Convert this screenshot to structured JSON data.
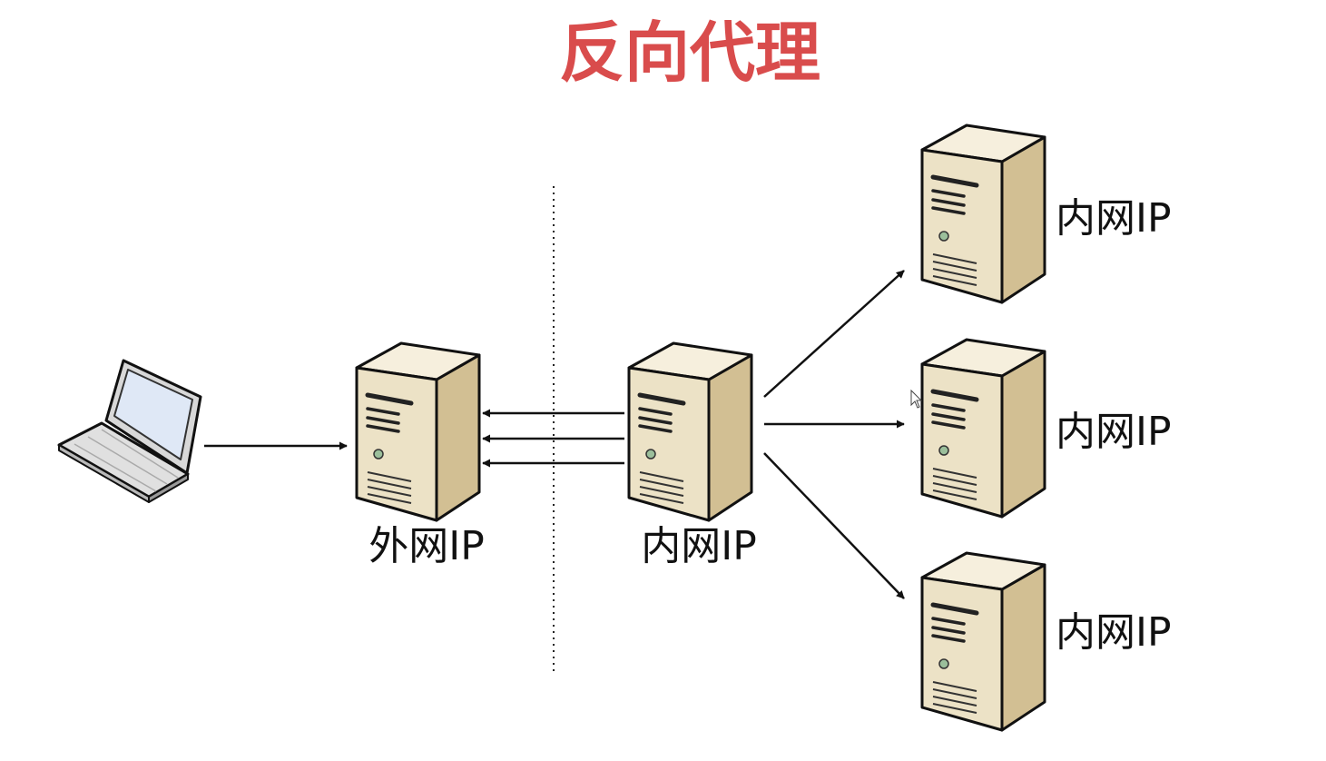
{
  "title": "反向代理",
  "client": {
    "icon": "laptop-icon"
  },
  "proxy": {
    "label": "外网IP",
    "icon": "server-icon"
  },
  "gateway": {
    "label": "内网IP",
    "icon": "server-icon"
  },
  "backends": [
    {
      "label": "内网IP",
      "icon": "server-icon"
    },
    {
      "label": "内网IP",
      "icon": "server-icon"
    },
    {
      "label": "内网IP",
      "icon": "server-icon"
    }
  ],
  "colors": {
    "title": "#d94c4c",
    "server_front": "#ece2c6",
    "server_side": "#d2bf93",
    "server_top": "#f6efdd",
    "outline": "#111111"
  }
}
